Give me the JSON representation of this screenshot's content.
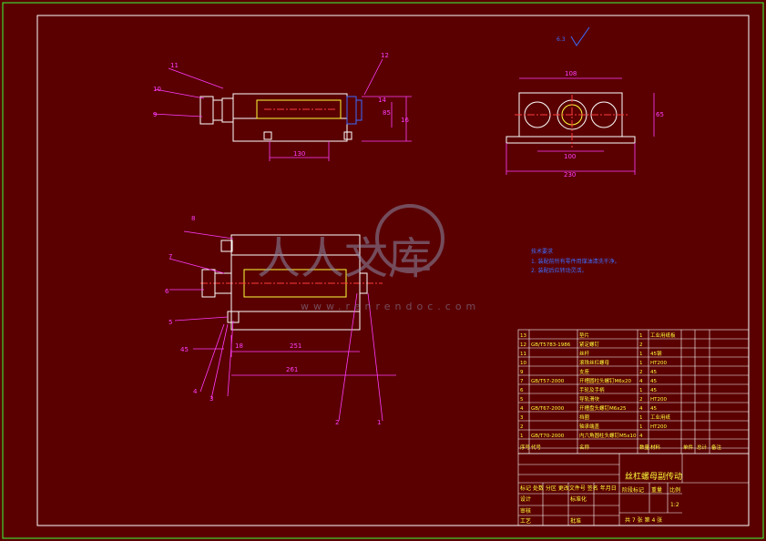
{
  "colors": {
    "background": "#5a0000",
    "frame": "#3cff3c",
    "outline": "#ffffff",
    "dimension": "#ff3cff",
    "hidden": "#ffff3c",
    "center": "#ff3c3c",
    "text_yellow": "#ffff3c",
    "watermark": "#8a8aa8"
  },
  "roughness_symbol": "6.3",
  "top_view": {
    "balloons": [
      "11",
      "10",
      "9",
      "12"
    ],
    "dims": [
      "130",
      "14",
      "85",
      "16"
    ]
  },
  "side_view": {
    "dims": [
      "108",
      "100",
      "65",
      "230"
    ]
  },
  "front_view": {
    "balloons": [
      "8",
      "7",
      "6",
      "5",
      "4",
      "3",
      "2",
      "1"
    ],
    "dims": [
      "45",
      "18",
      "251",
      "261"
    ]
  },
  "tech_req": {
    "title": "技术要求",
    "lines": [
      "1. 装配前所有零件用煤油清洗干净。",
      "2. 装配后应转动灵活。"
    ]
  },
  "watermark": {
    "cn": "人人文库",
    "url": "www.renrendoc.com"
  },
  "bom": {
    "rows": [
      [
        "13",
        "",
        "垫片",
        "1",
        "工业用纸板",
        "",
        "",
        ""
      ],
      [
        "12",
        "GB/T5783-1986",
        "紧定螺钉",
        "2",
        "",
        "",
        "",
        ""
      ],
      [
        "11",
        "",
        "丝杆",
        "1",
        "45钢",
        "",
        "",
        ""
      ],
      [
        "10",
        "",
        "滚珠丝杠螺母",
        "1",
        "HT200",
        "",
        "",
        ""
      ],
      [
        "9",
        "",
        "支座",
        "2",
        "45",
        "",
        "",
        ""
      ],
      [
        "7",
        "GB/T57-2000",
        "开槽圆柱头螺钉M6x20",
        "4",
        "45",
        "",
        "",
        ""
      ],
      [
        "6",
        "",
        "手轮及手柄",
        "1",
        "45",
        "",
        "",
        ""
      ],
      [
        "5",
        "",
        "导轨滑块",
        "2",
        "HT200",
        "",
        "",
        ""
      ],
      [
        "4",
        "GB/T67-2000",
        "开槽盘头螺钉M6x25",
        "4",
        "45",
        "",
        "",
        ""
      ],
      [
        "3",
        "",
        "挡圈",
        "1",
        "工业用纸",
        "",
        "",
        ""
      ],
      [
        "2",
        "",
        "轴承端盖",
        "1",
        "HT200",
        "",
        "",
        ""
      ],
      [
        "1",
        "GB/T70-2000",
        "内六角圆柱头螺钉M5x10",
        "4",
        "",
        "",
        "",
        ""
      ]
    ],
    "header": [
      "序号",
      "代号",
      "名称",
      "数量",
      "材料",
      "单件",
      "总计",
      "备注"
    ],
    "weight_label": "重量"
  },
  "title_block": {
    "drawing_name": "丝杠螺母副传动",
    "mark_row": [
      "标记",
      "处数",
      "分区",
      "更改文件号",
      "签名",
      "年月日"
    ],
    "design": "设计",
    "standard": "标准化",
    "stage_mark": "阶段标记",
    "weight": "重量",
    "scale": "比例",
    "scale_value": "1:2",
    "review": "审核",
    "process": "工艺",
    "approve": "批准",
    "sheets": "共 7 张  第 4 张"
  }
}
